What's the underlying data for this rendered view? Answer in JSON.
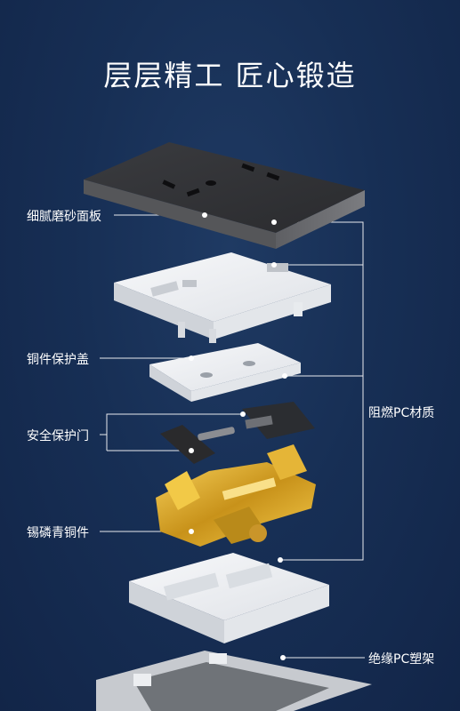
{
  "headline": "层层精工 匠心锻造",
  "labels": {
    "panel": "细腻磨砂面板",
    "cover": "铜件保护盖",
    "shutter": "安全保护门",
    "copper": "锡磷青铜件",
    "flame_material": "阻燃PC材质",
    "frame": "绝缘PC塑架"
  },
  "colors": {
    "background": "#172f55",
    "text": "#ffffff",
    "copper": "#d8a828",
    "plastic": "#eef0f3"
  }
}
